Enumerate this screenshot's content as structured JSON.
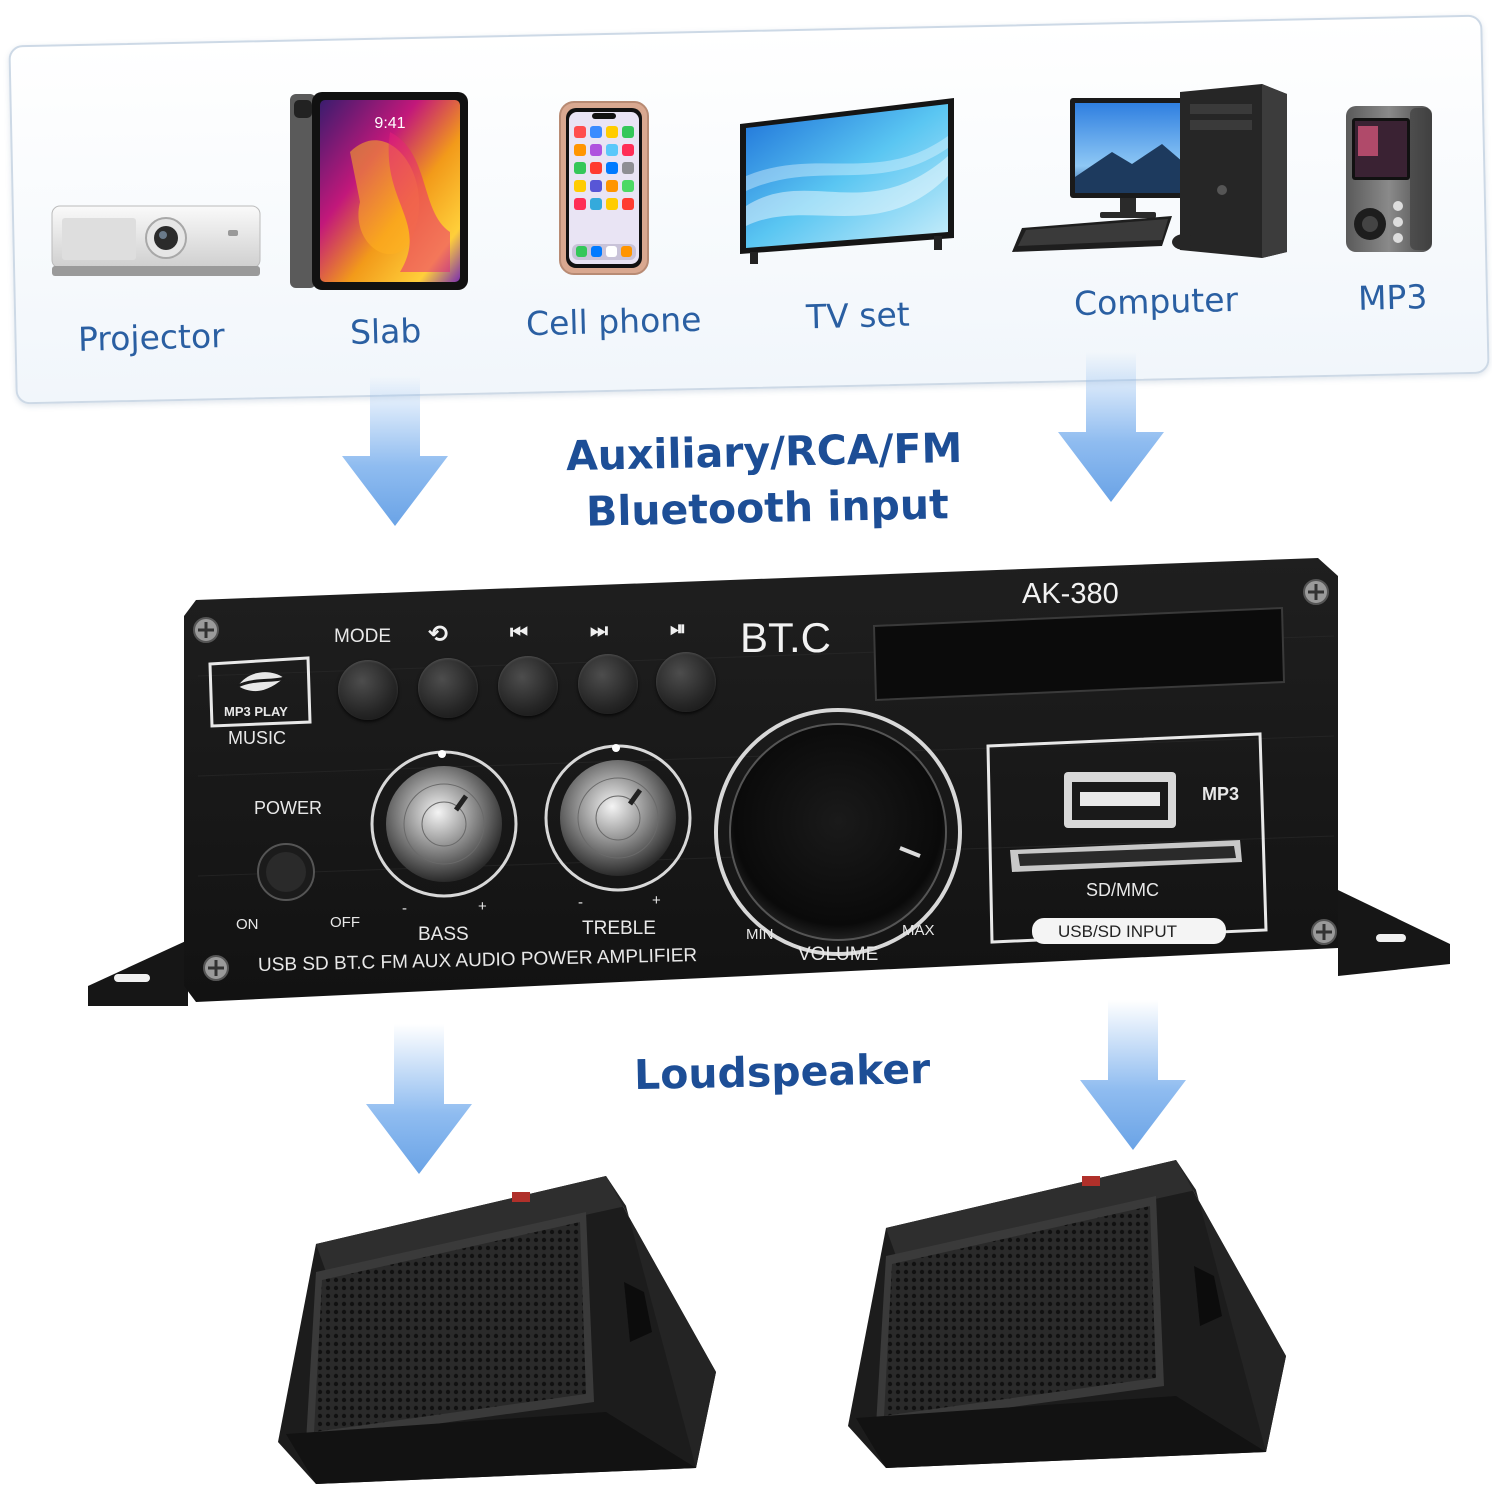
{
  "devices": {
    "projector": "Projector",
    "slab": "Slab",
    "cell_phone": "Cell phone",
    "tv_set": "TV set",
    "computer": "Computer",
    "mp3": "MP3",
    "tablet_time": "9:41"
  },
  "input_heading": {
    "line1": "Auxiliary/RCA/FM",
    "line2": "Bluetooth input"
  },
  "output_heading": "Loudspeaker",
  "amplifier": {
    "model": "AK-380",
    "brand": "BT.C",
    "buttons": {
      "mode": "MODE",
      "repeat_icon": "repeat-icon",
      "prev_icon": "previous-track-icon",
      "next_icon": "next-track-icon",
      "playpause_icon": "play-pause-icon"
    },
    "logo_badge": "MP3 PLAY",
    "logo_sub": "MUSIC",
    "power": "POWER",
    "on": "ON",
    "off": "OFF",
    "bass": "BASS",
    "treble": "TREBLE",
    "volume": "VOLUME",
    "min": "MIN",
    "max": "MAX",
    "minus": "-",
    "plus": "+",
    "usb_label": "MP3",
    "sd_label": "SD/MMC",
    "usb_sd_input": "USB/SD INPUT",
    "bottom_text": "USB SD BT.C FM AUX AUDIO POWER AMPLIFIER"
  },
  "colors": {
    "label_blue": "#2a5fa2",
    "heading_blue": "#1d4e96",
    "arrow_blue": "#8fbcf0",
    "panel_black": "#1a1a1a"
  }
}
